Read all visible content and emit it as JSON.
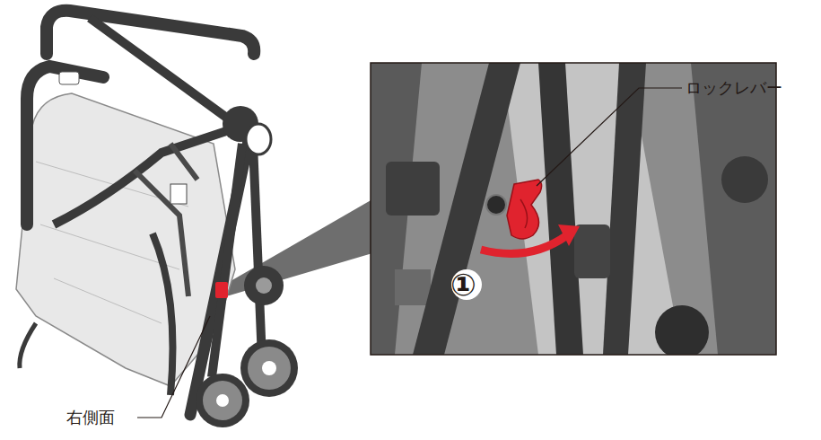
{
  "diagram": {
    "labels": [
      "ロックレバー",
      "①",
      "右側面"
    ]
  }
}
